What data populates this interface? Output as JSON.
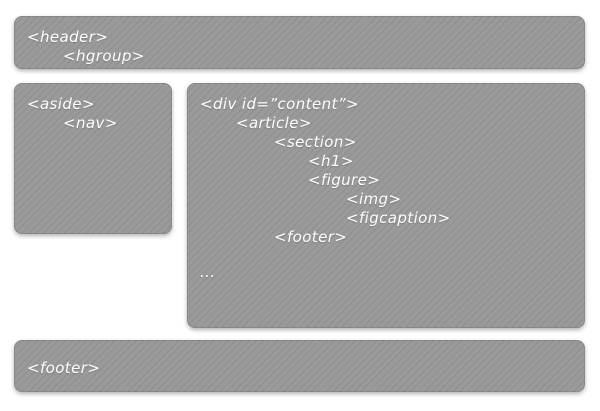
{
  "style": {
    "box_fill": "#9a9a9a",
    "box_stripe": "rgba(0,0,0,0.08)",
    "text_color": "#ffffff",
    "page_bg": "#ffffff"
  },
  "diagram": {
    "description": "HTML5 semantic page layout diagram",
    "header_box": {
      "lines": [
        {
          "text": "<header>"
        },
        {
          "text": "<hgroup>"
        }
      ]
    },
    "aside_box": {
      "lines": [
        {
          "text": "<aside>"
        },
        {
          "text": "<nav>"
        }
      ]
    },
    "content_box": {
      "lines": [
        {
          "text": "<div id=”content”>"
        },
        {
          "text": "<article>"
        },
        {
          "text": "<section>"
        },
        {
          "text": "<h1>"
        },
        {
          "text": "<figure>"
        },
        {
          "text": "<img>"
        },
        {
          "text": "<figcaption>"
        },
        {
          "text": "<footer>"
        },
        {
          "text": "..."
        }
      ]
    },
    "footer_box": {
      "lines": [
        {
          "text": "<footer>"
        }
      ]
    }
  }
}
